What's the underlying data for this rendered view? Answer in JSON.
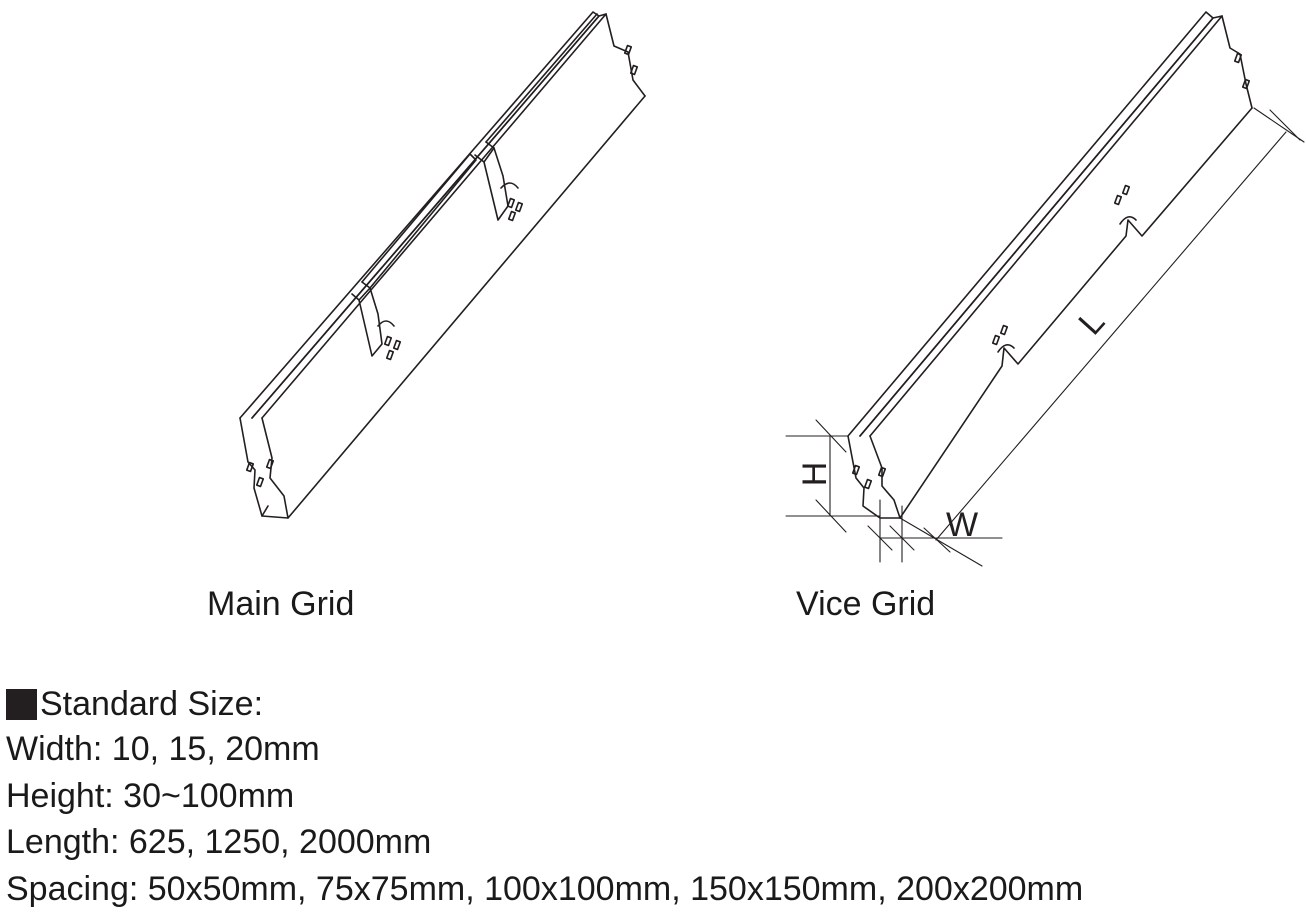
{
  "captions": {
    "main_grid": "Main Grid",
    "vice_grid": "Vice Grid"
  },
  "dimension_labels": {
    "height": "H",
    "width": "W",
    "length": "L"
  },
  "specs": {
    "heading": "Standard Size:",
    "lines": [
      "Width: 10, 15, 20mm",
      "Height: 30~100mm",
      "Length: 625, 1250, 2000mm",
      "Spacing: 50x50mm, 75x75mm, 100x100mm, 150x150mm, 200x200mm"
    ]
  },
  "colors": {
    "line": "#231f20",
    "marker": "#231f20"
  }
}
